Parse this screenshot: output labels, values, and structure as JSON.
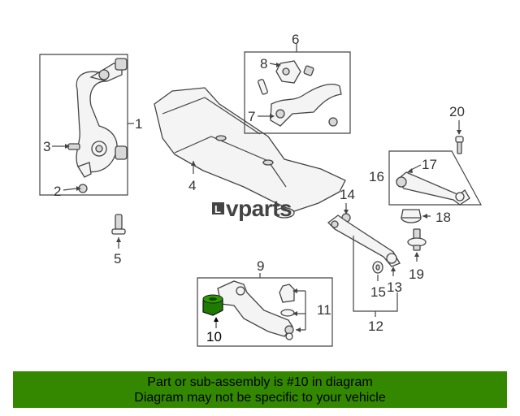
{
  "logo": {
    "text": "vparts",
    "mark": "L"
  },
  "callouts": {
    "c1": "1",
    "c2": "2",
    "c3": "3",
    "c4": "4",
    "c5": "5",
    "c6": "6",
    "c7": "7",
    "c8": "8",
    "c9": "9",
    "c10": "10",
    "c11": "11",
    "c12": "12",
    "c13": "13",
    "c14": "14",
    "c15": "15",
    "c16": "16",
    "c17": "17",
    "c18": "18",
    "c19": "19",
    "c20": "20"
  },
  "highlight_part": "10",
  "banner": {
    "line1": "Part or sub-assembly is #10 in diagram",
    "line2": "Diagram may not be specific to your vehicle"
  },
  "colors": {
    "banner": "#338800",
    "highlight": "#1f7a00",
    "line": "#444444"
  }
}
